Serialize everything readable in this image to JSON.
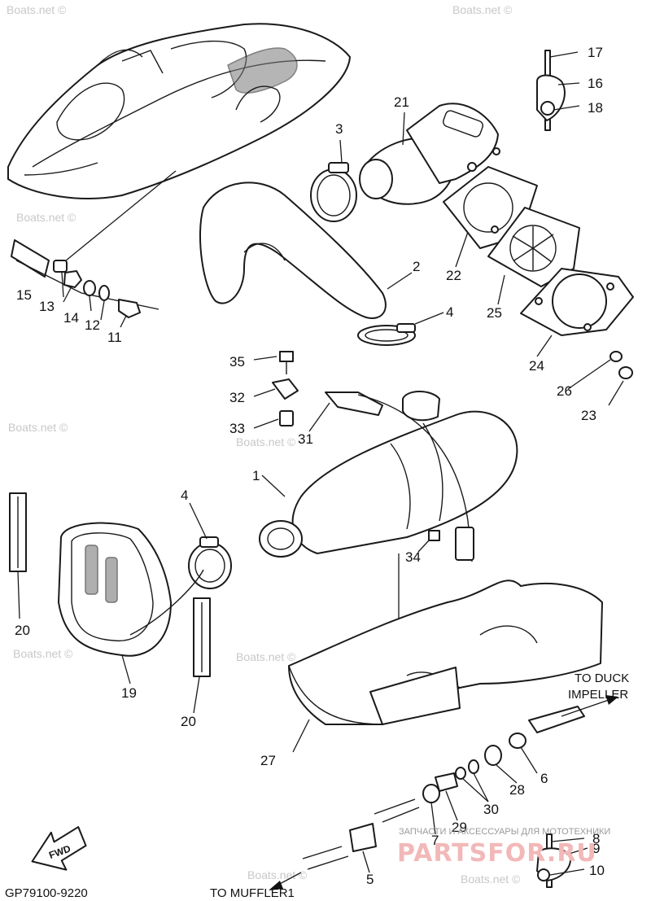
{
  "diagram_code": "GP79100-9220",
  "watermark": "Boats.net ©",
  "outlet_label_top": "TO DUCK",
  "outlet_label_bottom": "IMPELLER",
  "muffler_label": "TO MUFFLER1",
  "fwd_label": "FWD",
  "ad_tagline": "ЗАПЧАСТИ И АКСЕССУАРЫ ДЛЯ МОТОТЕХНИКИ",
  "ad_brand": "PARTSFOR.RU",
  "callouts": {
    "c1": "1",
    "c2": "2",
    "c3": "3",
    "c4a": "4",
    "c4b": "4",
    "c5": "5",
    "c6": "6",
    "c7": "7",
    "c8": "8",
    "c9": "9",
    "c10": "10",
    "c11": "11",
    "c12": "12",
    "c13": "13",
    "c14": "14",
    "c15": "15",
    "c16": "16",
    "c17": "17",
    "c18": "18",
    "c19": "19",
    "c20a": "20",
    "c20b": "20",
    "c21": "21",
    "c22": "22",
    "c23": "23",
    "c24": "24",
    "c25": "25",
    "c26": "26",
    "c27": "27",
    "c28": "28",
    "c29": "29",
    "c30": "30",
    "c31": "31",
    "c32": "32",
    "c33": "33",
    "c34": "34",
    "c35": "35"
  }
}
